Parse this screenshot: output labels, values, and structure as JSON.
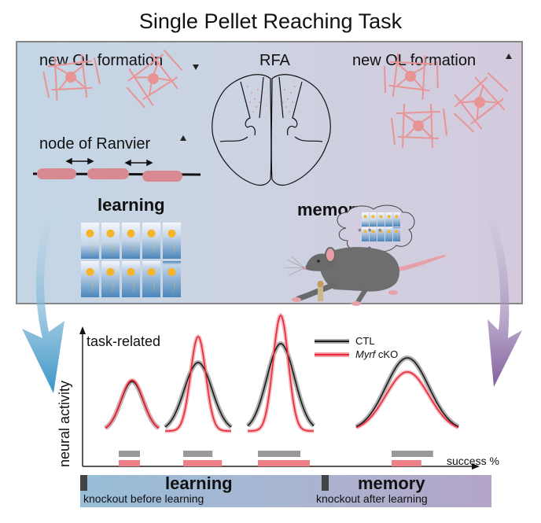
{
  "title": "Single Pellet Reaching Task",
  "top_panel": {
    "left_heading": "new OL formation",
    "left_heading_trend": "down",
    "center_heading": "RFA",
    "right_heading": "new OL formation",
    "right_heading_trend": "up",
    "node_label": "node of Ranvier",
    "node_trend": "up",
    "learning_label": "learning",
    "memory_label": "memory",
    "thought_dots": "• • •",
    "day_grid": {
      "rows": 2,
      "cols": 5,
      "icons": [
        "sun-icon",
        "moon-icon"
      ]
    }
  },
  "colors": {
    "ctl": "#1a1a1a",
    "cko": "#e8283a",
    "ctl_bar": "#999999",
    "cko_bar": "#f08088",
    "ol_cell": "#e89494",
    "myelin": "#d98a90",
    "learning_arrow": "#4a9cc8",
    "memory_arrow": "#8a6aa8"
  },
  "chart_data": {
    "type": "line",
    "title": "task-related",
    "ylabel": "neural activity",
    "xlabel": "success %",
    "legend": [
      {
        "name": "CTL",
        "style": "normal"
      },
      {
        "name": "Myrf",
        "style": "italic",
        "suffix": " cKO"
      }
    ],
    "legend_placement": "top-right",
    "stages": [
      {
        "phase": "learning",
        "ctl_peak": 0.42,
        "cko_peak": 0.43,
        "ctl_width": 1.0,
        "cko_width": 1.0,
        "ctl_success": 0.45,
        "cko_success": 0.45
      },
      {
        "phase": "learning",
        "ctl_peak": 0.58,
        "cko_peak": 0.8,
        "ctl_width": 1.0,
        "cko_width": 0.55,
        "ctl_success": 0.62,
        "cko_success": 0.82
      },
      {
        "phase": "learning",
        "ctl_peak": 0.74,
        "cko_peak": 0.98,
        "ctl_width": 1.0,
        "cko_width": 0.55,
        "ctl_success": 0.9,
        "cko_success": 1.1
      },
      {
        "phase": "memory",
        "ctl_peak": 0.62,
        "cko_peak": 0.5,
        "ctl_width": 1.0,
        "cko_width": 1.0,
        "ctl_success": 0.88,
        "cko_success": 0.63
      }
    ]
  },
  "timeline": {
    "learning_label": "learning",
    "learning_sub": "knockout before learning",
    "memory_label": "memory",
    "memory_sub": "knockout after learning"
  }
}
